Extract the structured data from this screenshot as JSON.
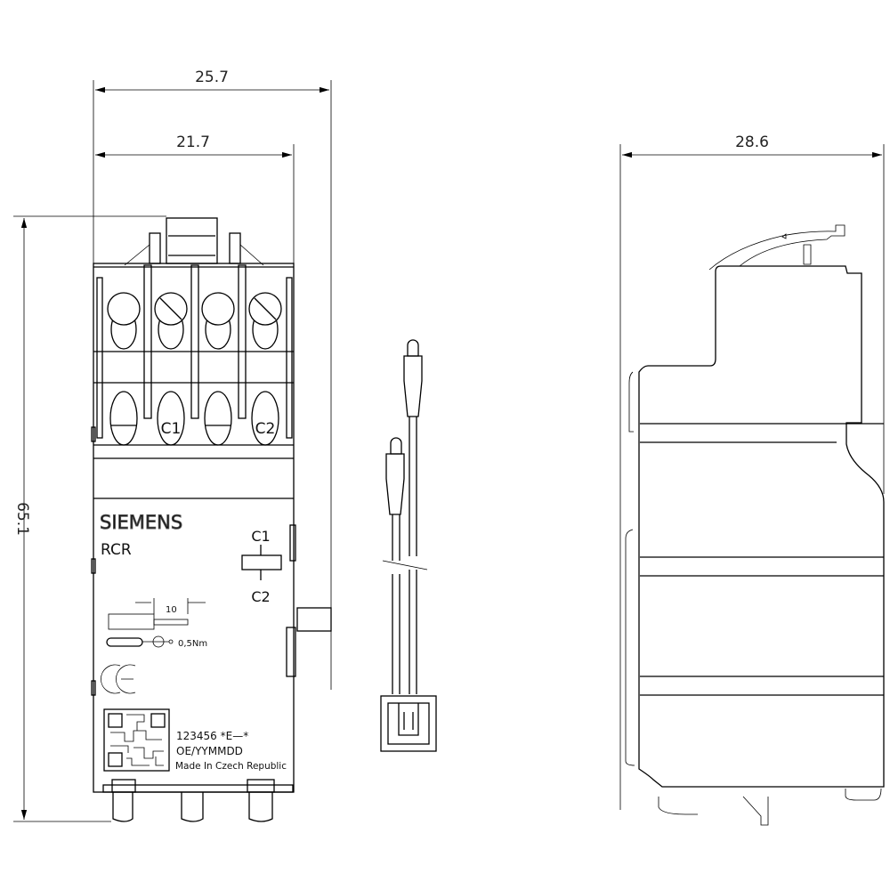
{
  "dimensions": {
    "overall_width": "25.7",
    "body_width": "21.7",
    "side_depth": "28.6",
    "height": "65.1"
  },
  "front_view": {
    "terminal_labels": [
      "C1",
      "C2"
    ],
    "brand": "SIEMENS",
    "product": "RCR",
    "coil_top": "C1",
    "coil_bottom": "C2",
    "strip_length": "10",
    "torque": "0,5Nm",
    "ce_mark": "CE",
    "label_lines": [
      "123456 *E—*",
      "OE/YYMMDD",
      "Made In Czech Republic"
    ]
  }
}
